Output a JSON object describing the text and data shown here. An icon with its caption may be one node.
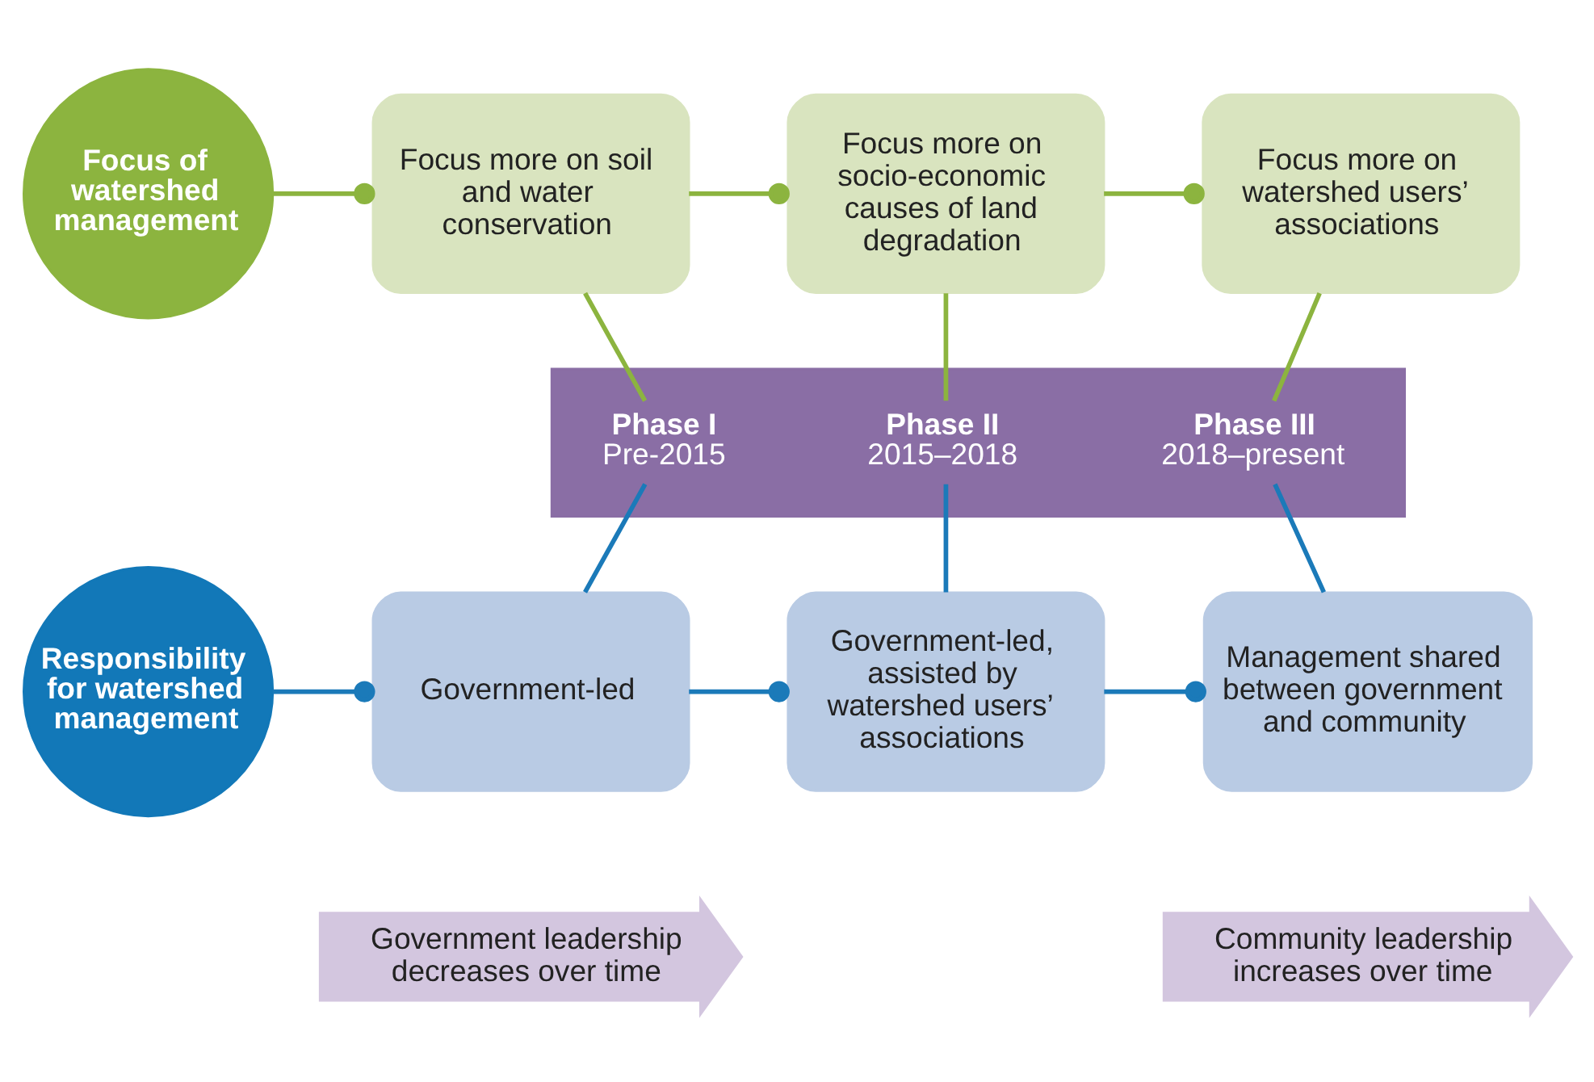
{
  "diagram": {
    "nodes": [
      {
        "text": [
          "Focus of watershed management"
        ]
      },
      {
        "text": [
          "Focus more on soil and water conservation"
        ]
      },
      {
        "text": [
          "Focus more on socio-economic causes of land degradation"
        ]
      },
      {
        "text": [
          "Focus more on watershed users’ associations"
        ]
      },
      {
        "text": [],
        "shape": "arrow"
      },
      {
        "text": [
          "Phase I",
          "Pre-2015"
        ],
        "in": 4
      },
      {
        "text": [
          "Phase II",
          "2015–2018"
        ],
        "in": 4
      },
      {
        "text": [
          "Phase III",
          "2018–present"
        ],
        "in": 4
      },
      {
        "text": [
          "Responsibility for watershed management"
        ]
      },
      {
        "text": [
          "Government-led"
        ]
      },
      {
        "text": [
          "Government-led, assisted by watershed users’ associations"
        ]
      },
      {
        "text": [
          "Management shared between government and community"
        ]
      },
      {
        "text": [
          "Government leadership decreases over time"
        ]
      },
      {
        "text": [
          "Community leadership increases over time"
        ]
      }
    ],
    "edges": [
      {
        "from": 0,
        "to": 1,
        "arrow": "other",
        "color": "#8cb43f"
      },
      {
        "from": 1,
        "to": 2,
        "arrow": "other",
        "color": "#8cb43f"
      },
      {
        "from": 2,
        "to": 3,
        "arrow": "other",
        "color": "#8cb43f"
      },
      {
        "from": 1,
        "to": 5,
        "arrow": "none",
        "color": "#8cb43f"
      },
      {
        "from": 2,
        "to": 6,
        "arrow": "none",
        "color": "#8cb43f"
      },
      {
        "from": 3,
        "to": 7,
        "arrow": "none",
        "color": "#8cb43f"
      },
      {
        "from": 5,
        "to": 9,
        "arrow": "none",
        "color": "#1b7ab9"
      },
      {
        "from": 6,
        "to": 10,
        "arrow": "none",
        "color": "#1b7ab9"
      },
      {
        "from": 7,
        "to": 11,
        "arrow": "none",
        "color": "#1b7ab9"
      },
      {
        "from": 8,
        "to": 9,
        "arrow": "other",
        "color": "#1b7ab9"
      },
      {
        "from": 9,
        "to": 10,
        "arrow": "other",
        "color": "#1b7ab9"
      },
      {
        "from": 10,
        "to": 11,
        "arrow": "other",
        "color": "#1b7ab9"
      }
    ]
  }
}
